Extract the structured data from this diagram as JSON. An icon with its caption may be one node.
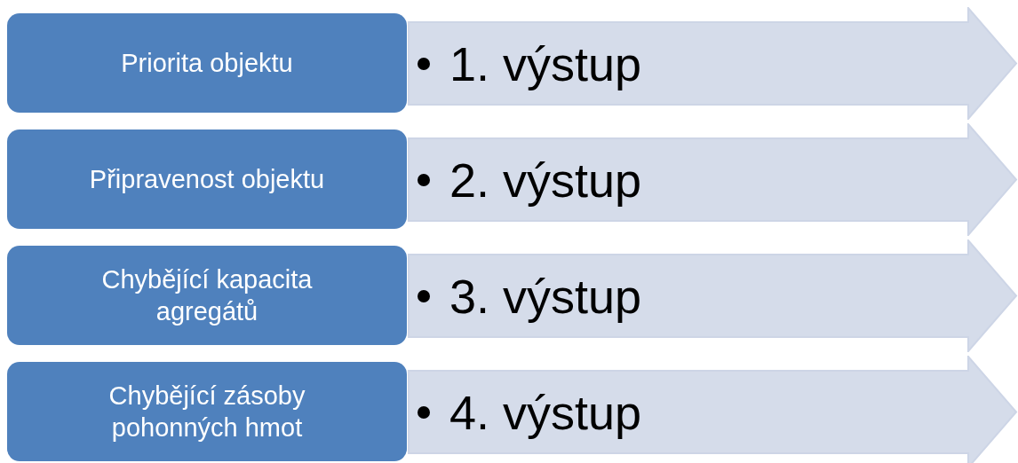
{
  "diagram": {
    "nodes": [
      {
        "text": [
          "Priorita objektu"
        ]
      },
      {
        "text": [
          "1. výstup"
        ]
      },
      {
        "text": [
          "Připravenost objektu"
        ]
      },
      {
        "text": [
          "2. výstup"
        ]
      },
      {
        "text": [
          "Chybějící kapacita agregátů"
        ]
      },
      {
        "text": [
          "3. výstup"
        ]
      },
      {
        "text": [
          "Chybějící zásoby pohonných hmot"
        ]
      },
      {
        "text": [
          "4. výstup"
        ]
      }
    ]
  }
}
